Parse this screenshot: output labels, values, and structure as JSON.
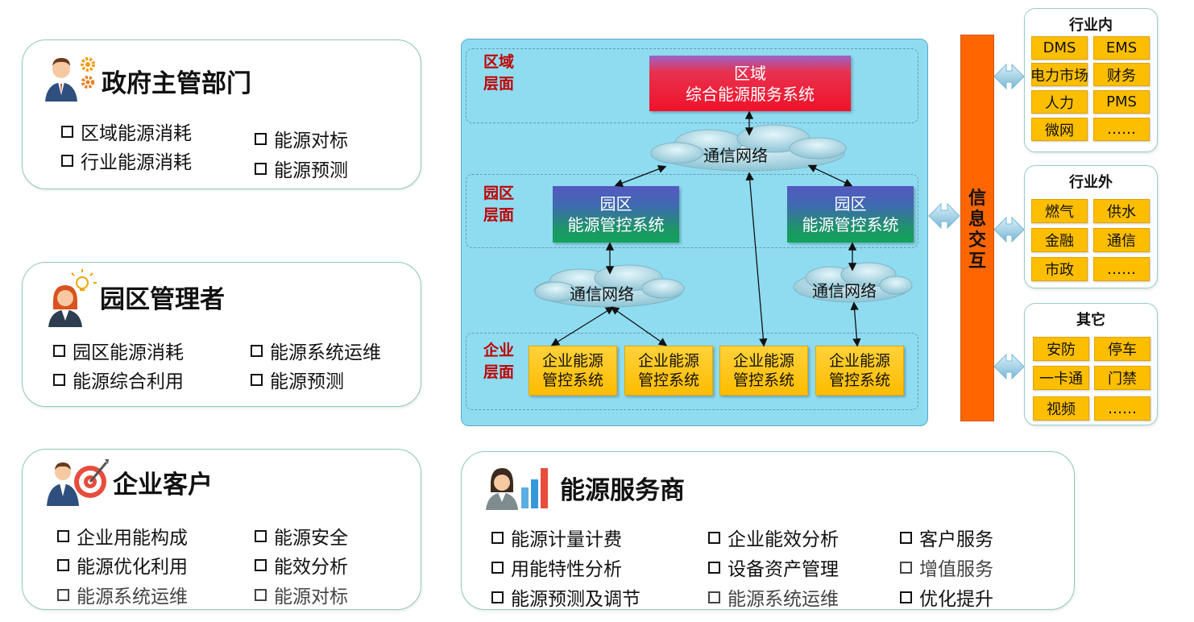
{
  "government": {
    "title": "政府主管部门",
    "items": [
      "区域能源消耗",
      "行业能源消耗",
      "能源对标",
      "能源预测"
    ]
  },
  "park_manager": {
    "title": "园区管理者",
    "items": [
      "园区能源消耗",
      "能源综合利用",
      "能源系统运维",
      "能源预测"
    ]
  },
  "enterprise_customer": {
    "title": "企业客户",
    "items": [
      "企业用能构成",
      "能源优化利用",
      "能源系统运维",
      "能源安全",
      "能效分析",
      "能源对标"
    ]
  },
  "energy_provider": {
    "title": "能源服务商",
    "items": [
      "能源计量计费",
      "用能特性分析",
      "能源预测及调节",
      "企业能效分析",
      "设备资产管理",
      "能源系统运维",
      "客户服务",
      "增值服务",
      "优化提升"
    ]
  },
  "architecture": {
    "layers": {
      "regional": "区域\n层面",
      "park": "园区\n层面",
      "enterprise": "企业\n层面"
    },
    "regional_system": {
      "line1": "区域",
      "line2": "综合能源服务系统"
    },
    "park_system": {
      "line1": "园区",
      "line2": "能源管控系统"
    },
    "enterprise_system": {
      "line1": "企业能源",
      "line2": "管控系统"
    },
    "network": "通信网络",
    "info_exchange": "信\n息\n交\n互"
  },
  "groups": {
    "in_industry": {
      "title": "行业内",
      "items": [
        "DMS",
        "EMS",
        "电力市场",
        "财务",
        "人力",
        "PMS",
        "微网",
        "……"
      ]
    },
    "out_industry": {
      "title": "行业外",
      "items": [
        "燃气",
        "供水",
        "金融",
        "通信",
        "市政",
        "……"
      ]
    },
    "other": {
      "title": "其它",
      "items": [
        "安防",
        "停车",
        "一卡通",
        "门禁",
        "视频",
        "……"
      ]
    }
  },
  "colors": {
    "panel": "#8fdcf1",
    "regional_system": "#f0122a",
    "park_system": "#11a35a",
    "enterprise_system": "#fdbe00",
    "info_bar": "#ff6600",
    "layer_label": "#c00000",
    "card_border": "#8fc9b8"
  }
}
